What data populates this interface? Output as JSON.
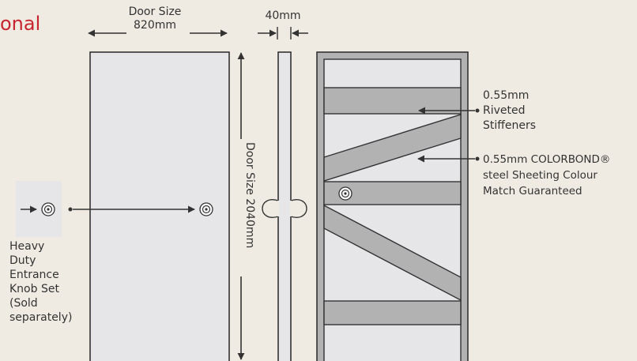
{
  "title": "onal",
  "door_size_width": {
    "line1": "Door Size",
    "line2": "820mm"
  },
  "door_thickness": "40mm",
  "door_size_height": "Door Size 2040mm",
  "callouts": {
    "stiffeners": [
      "0.55mm",
      "Riveted",
      "Stiffeners"
    ],
    "sheeting": [
      "0.55mm COLORBOND®",
      "steel Sheeting Colour",
      "Match Guaranteed"
    ],
    "knob": [
      "Heavy",
      "Duty",
      "Entrance",
      "Knob Set",
      "(Sold",
      "separately)"
    ]
  },
  "colors": {
    "title": "#c8242f",
    "background": "#efebe3",
    "panel": "#e6e6e8",
    "brace": "#b2b2b2",
    "line": "#333333"
  }
}
